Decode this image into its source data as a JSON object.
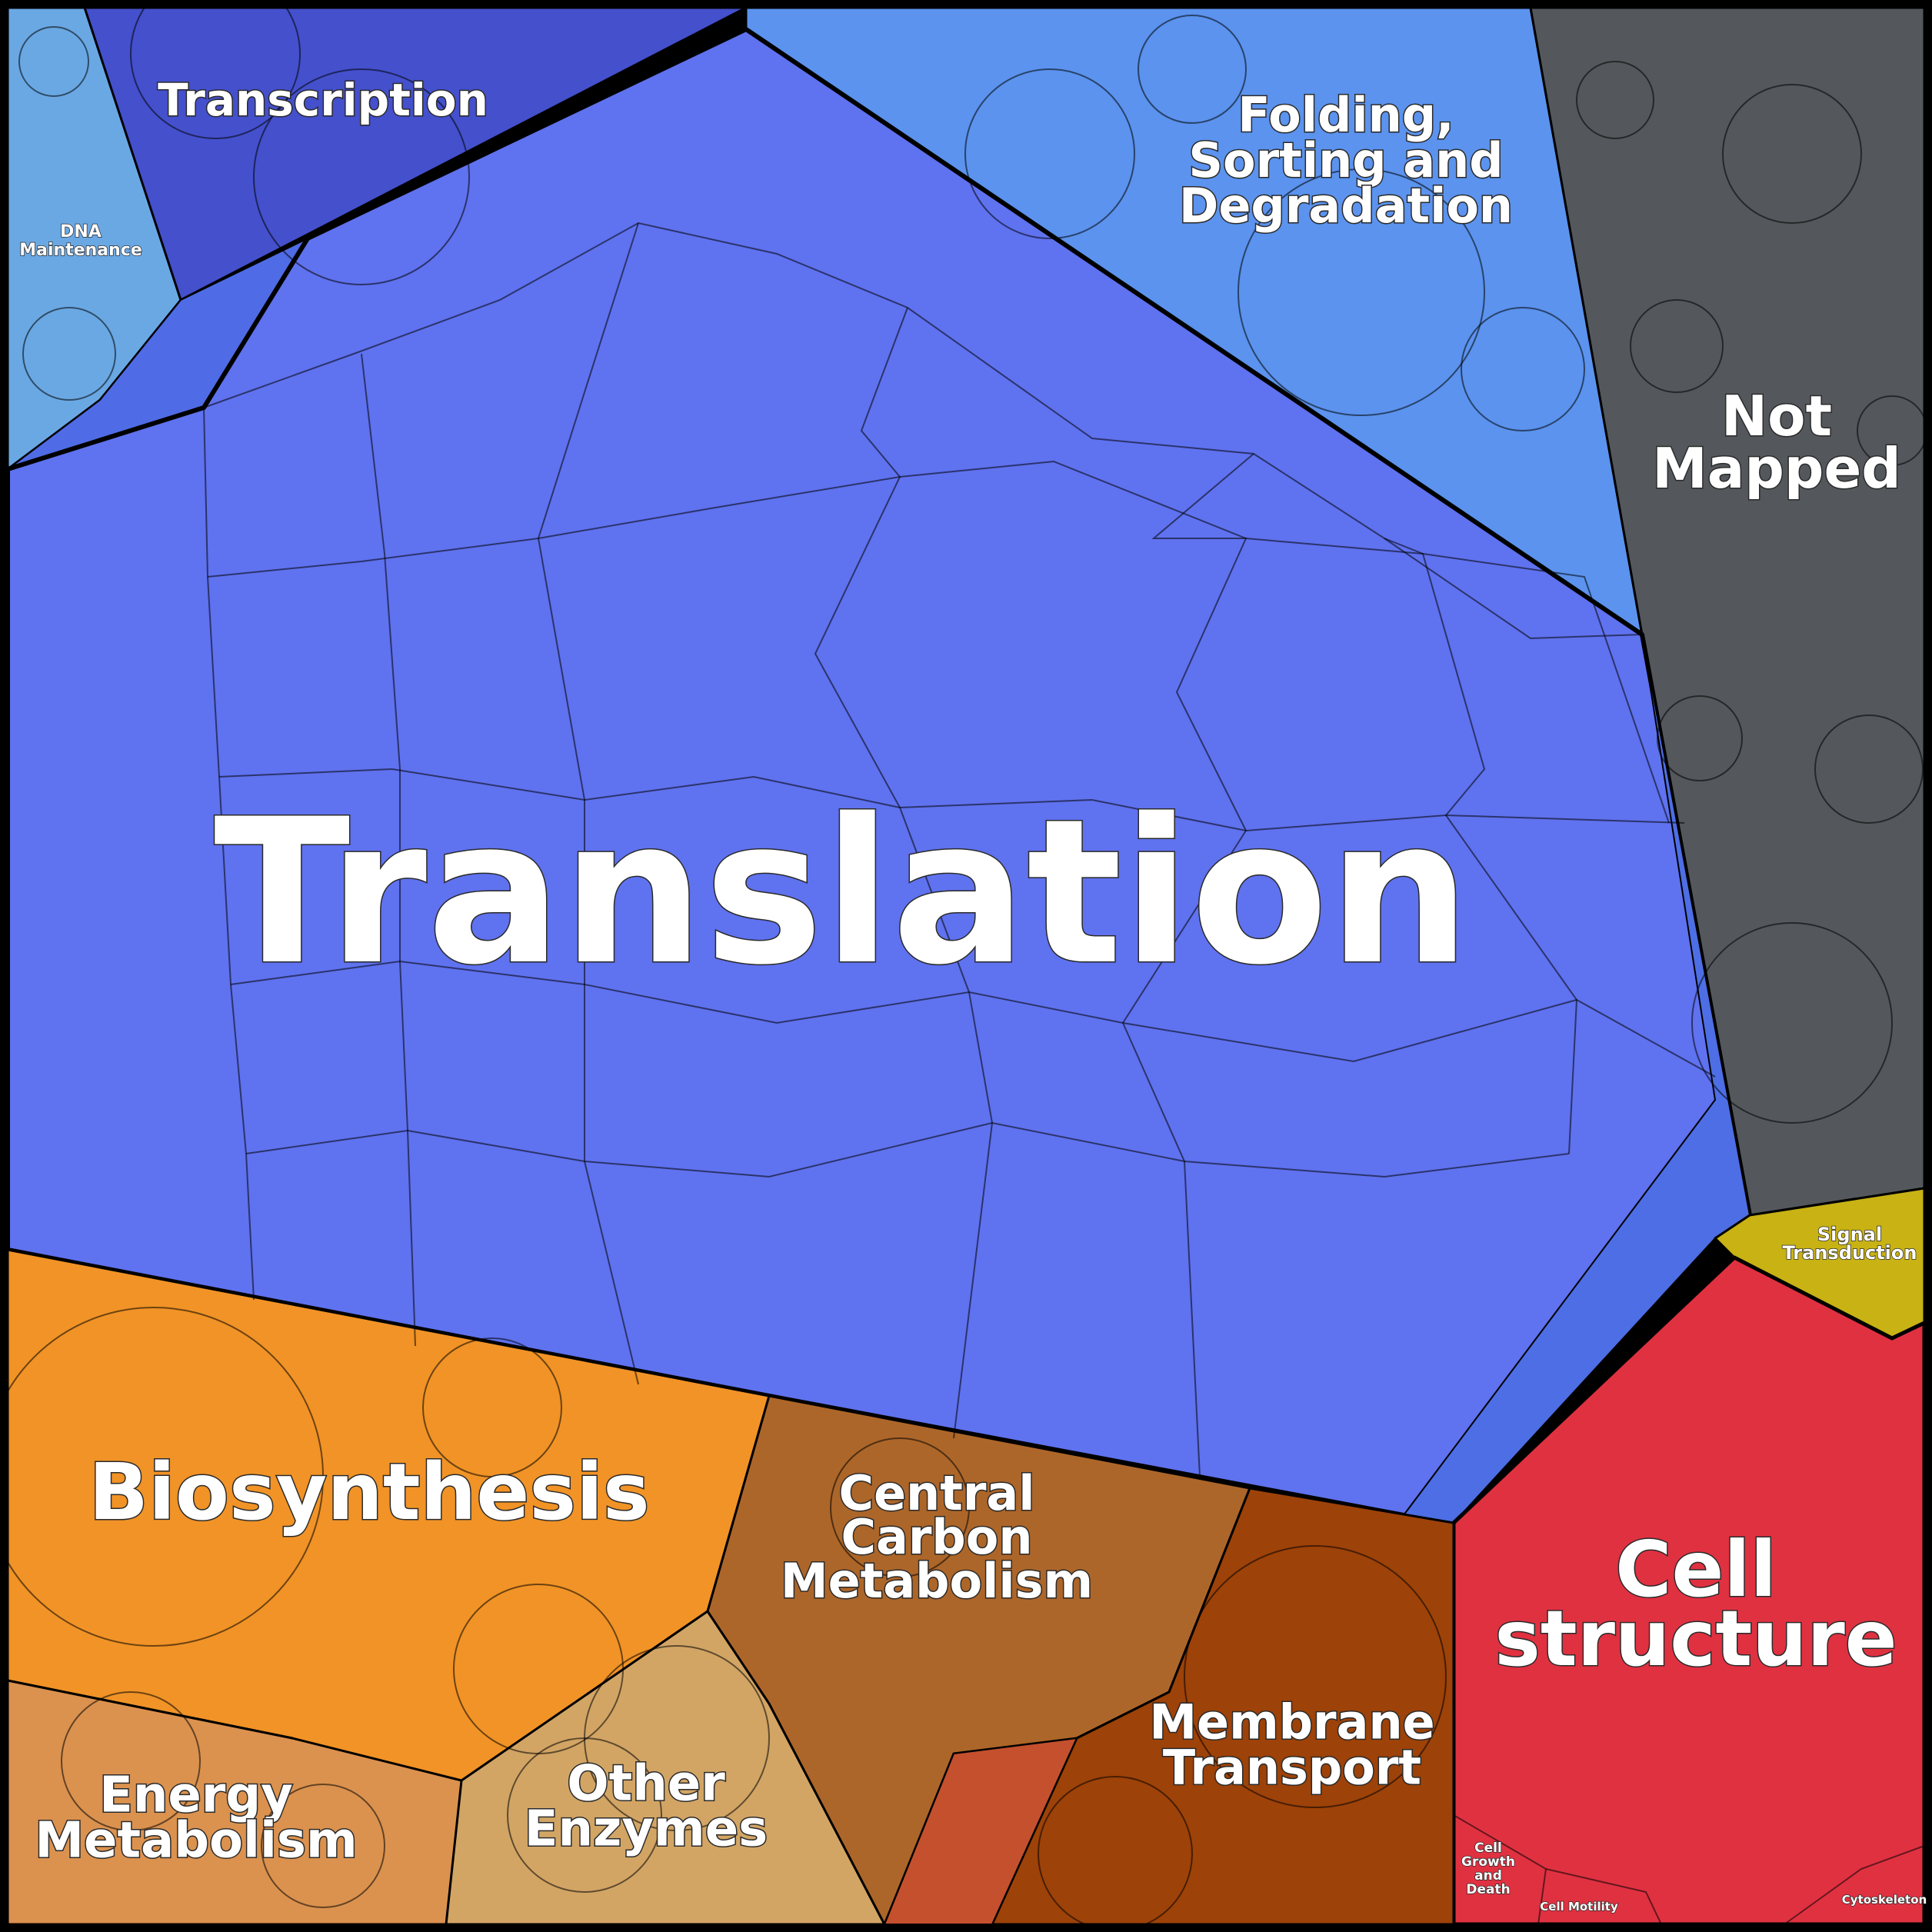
{
  "diagram": {
    "type": "proteomap-voronoi-treemap",
    "regions": [
      {
        "id": "translation",
        "label": [
          "Translation"
        ],
        "color": "#5f72ef"
      },
      {
        "id": "transcription",
        "label": [
          "Transcription"
        ],
        "color": "#4450cc"
      },
      {
        "id": "dna-maintenance",
        "label": [
          "DNA",
          "Maintenance"
        ],
        "color": "#6aa8e4"
      },
      {
        "id": "folding",
        "label": [
          "Folding,",
          "Sorting and",
          "Degradation"
        ],
        "color": "#5b93ee"
      },
      {
        "id": "not-mapped",
        "label": [
          "Not",
          "Mapped"
        ],
        "color": "#54585c"
      },
      {
        "id": "signal-transduction",
        "label": [
          "Signal",
          "Transduction"
        ],
        "color": "#c8b214"
      },
      {
        "id": "cell-structure",
        "label": [
          "Cell",
          "structure"
        ],
        "color": "#e03141"
      },
      {
        "id": "biosynthesis",
        "label": [
          "Biosynthesis"
        ],
        "color": "#f19326"
      },
      {
        "id": "energy-metabolism",
        "label": [
          "Energy",
          "Metabolism"
        ],
        "color": "#db924f"
      },
      {
        "id": "other-enzymes",
        "label": [
          "Other",
          "Enzymes"
        ],
        "color": "#d2a565"
      },
      {
        "id": "central-carbon",
        "label": [
          "Central",
          "Carbon",
          "Metabolism"
        ],
        "color": "#ad6629"
      },
      {
        "id": "membrane-transport",
        "label": [
          "Membrane",
          "Transport"
        ],
        "color": "#9d4208"
      },
      {
        "id": "cell-growth",
        "label": [
          "Cell",
          "Growth",
          "and",
          "Death"
        ],
        "color": "#d4243a"
      },
      {
        "id": "cell-motility",
        "label": [
          "Cell Motility"
        ],
        "color": "#c81f33"
      },
      {
        "id": "cytoskeleton",
        "label": [
          "Cytoskeleton"
        ],
        "color": "#c8213a"
      }
    ]
  }
}
